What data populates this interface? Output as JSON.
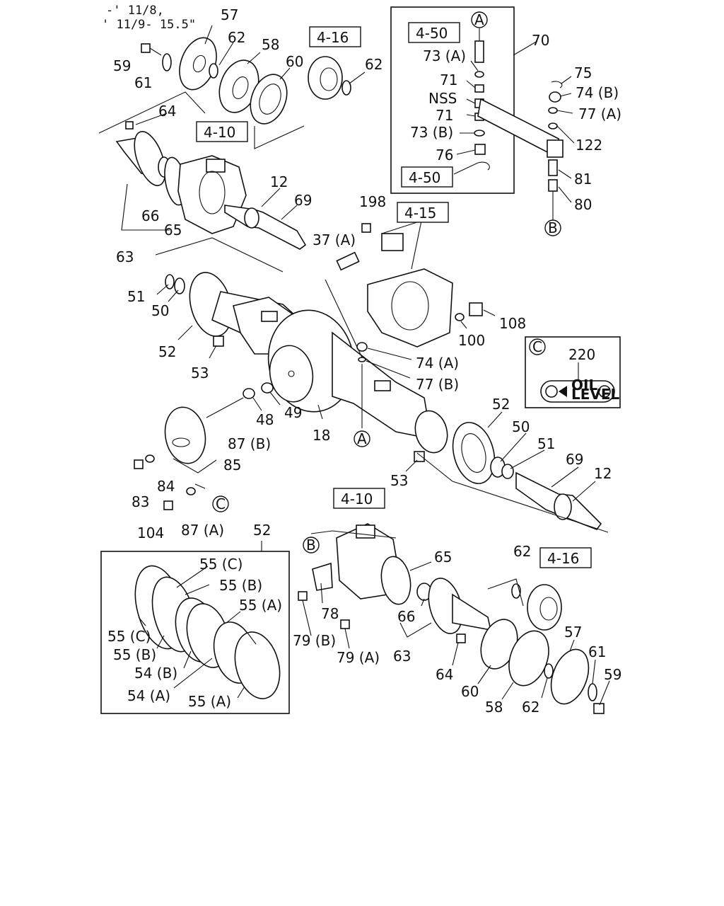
{
  "note": {
    "line1": "-' 11/8,",
    "line2": "' 11/9- 15.5\""
  },
  "refs": {
    "r416a": "4-16",
    "r410a": "4-10",
    "r450a": "4-50",
    "r450b": "4-50",
    "r415": "4-15",
    "r410b": "4-10",
    "r416b": "4-16"
  },
  "labels": {
    "l57a": "57",
    "l62a": "62",
    "l58a": "58",
    "l60a": "60",
    "l62b": "62",
    "l59a": "59",
    "l61a": "61",
    "l64a": "64",
    "l66a": "66",
    "l65a": "65",
    "l63a": "63",
    "l12a": "12",
    "l69a": "69",
    "l70": "70",
    "l73A": "73 (A)",
    "l71a": "71",
    "lNSS": "NSS",
    "l71b": "71",
    "l73B": "73 (B)",
    "l76": "76",
    "l75": "75",
    "l74B": "74 (B)",
    "l77A": "77 (A)",
    "l122": "122",
    "l81": "81",
    "l80": "80",
    "l198": "198",
    "l37A": "37 (A)",
    "l51a": "51",
    "l50a": "50",
    "l52a": "52",
    "l53a": "53",
    "l108": "108",
    "l100": "100",
    "l74A": "74 (A)",
    "l77B": "77 (B)",
    "l48": "48",
    "l49": "49",
    "l18": "18",
    "l87B": "87 (B)",
    "l85": "85",
    "l83": "83",
    "l84": "84",
    "l104": "104",
    "l87A": "87 (A)",
    "l52b": "52",
    "l50b": "50",
    "l51b": "51",
    "l69b": "69",
    "l12b": "12",
    "l53b": "53",
    "l52c": "52",
    "l55Ca": "55 (C)",
    "l55Ba": "55 (B)",
    "l55Aa": "55 (A)",
    "l55Cb": "55 (C)",
    "l55Bb": "55 (B)",
    "l54B": "54 (B)",
    "l54A": "54 (A)",
    "l55Ab": "55 (A)",
    "l78": "78",
    "l79B": "79 (B)",
    "l79A": "79 (A)",
    "l65b": "65",
    "l66b": "66",
    "l63b": "63",
    "l64b": "64",
    "l60b": "60",
    "l58b": "58",
    "l62c": "62",
    "l62d": "62",
    "l57b": "57",
    "l61b": "61",
    "l59b": "59",
    "l220": "220"
  },
  "circles": {
    "cA1": "A",
    "cB1": "B",
    "cA2": "A",
    "cC1": "C",
    "cC2": "C",
    "cB2": "B"
  },
  "oil_level": {
    "line1": "OIL",
    "line2": "LEVEL"
  }
}
